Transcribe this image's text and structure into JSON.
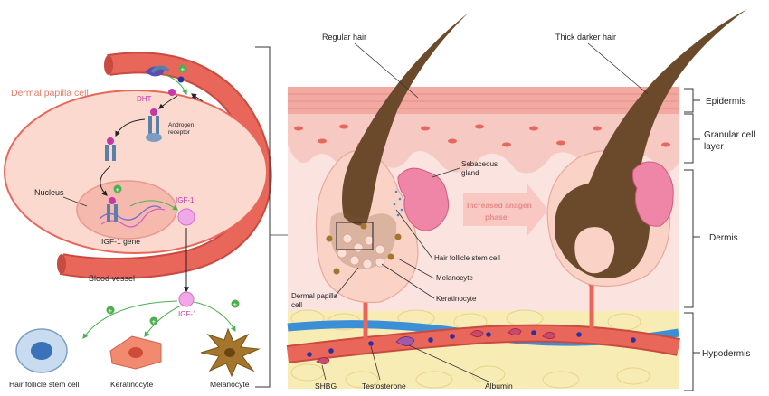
{
  "labels": {
    "dermal_papilla_cell": "Dermal papilla cell",
    "dht": "DHT",
    "androgen_receptor_line1": "Androgen",
    "androgen_receptor_line2": "receptor",
    "nucleus": "Nucleus",
    "igf1_gene": "IGF-1 gene",
    "igf1_top": "IGF-1",
    "igf1_bottom": "IGF-1",
    "blood_vessel": "Blood vessel",
    "hair_follicle_stem_cell_left": "Hair follicle stem cell",
    "keratinocyte_left": "Keratinocyte",
    "melanocyte_left": "Melanocyte",
    "regular_hair": "Regular hair",
    "thick_darker_hair": "Thick darker hair",
    "sebaceous_gland_line1": "Sebaceous",
    "sebaceous_gland_line2": "gland",
    "increased_anagen_line1": "Increased anagen",
    "increased_anagen_line2": "phase",
    "hair_follicle_stem_cell_right": "Hair follicle stem cell",
    "melanocyte_right": "Melanocyte",
    "keratinocyte_right": "Keratinocyte",
    "dermal_papilla_cell_right_line1": "Dermal papilla",
    "dermal_papilla_cell_right_line2": "cell",
    "shbg": "SHBG",
    "testosterone": "Testosterone",
    "albumin": "Albumin",
    "epidermis": "Epidermis",
    "granular_cell_layer_line1": "Granular cell",
    "granular_cell_layer_line2": "layer",
    "dermis": "Dermis",
    "hypodermis": "Hypodermis"
  },
  "colors": {
    "vessel": "#e8675a",
    "vessel_dark": "#c94a40",
    "skin_top": "#f2a9a2",
    "epidermis_pink": "#f6c9c3",
    "dermis": "#fbe3df",
    "hypodermis_fat": "#f8ecb5",
    "hair": "#6b4a2b",
    "blue_vessel": "#3a8fd6",
    "gland": "#ef86a8",
    "magenta": "#c438a8",
    "receptor": "#5a7fa8"
  }
}
